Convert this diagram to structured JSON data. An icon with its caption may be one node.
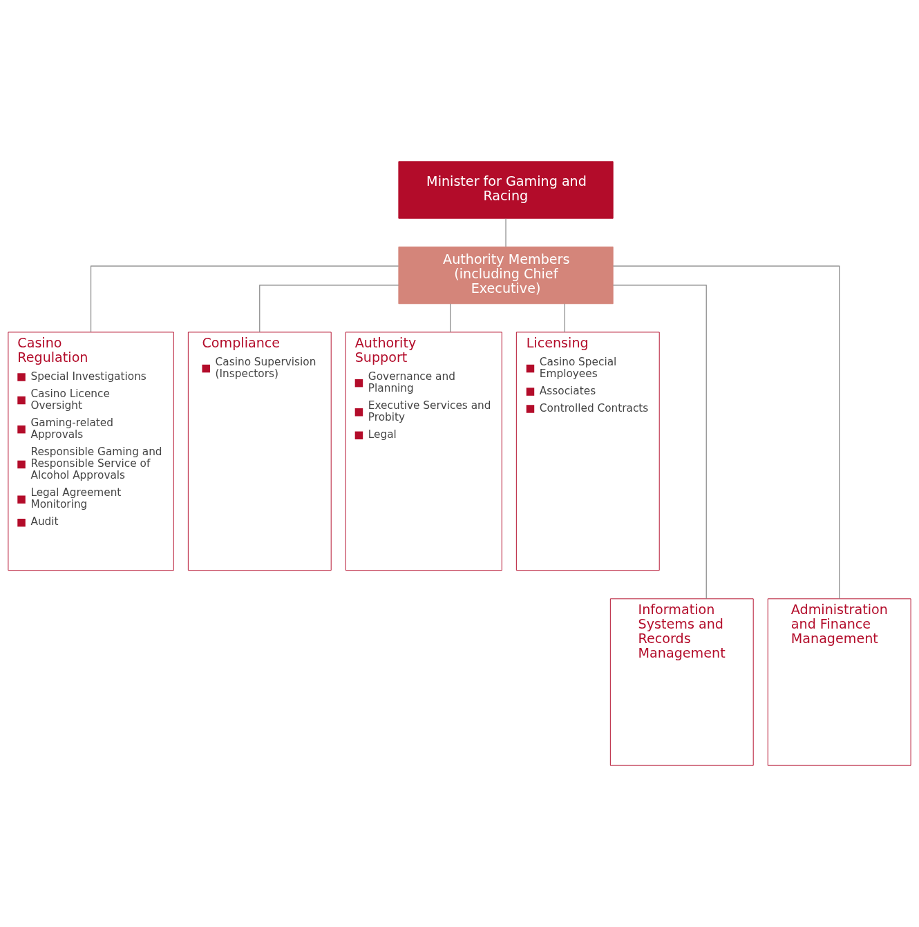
{
  "diagram": {
    "nodes": [
      {
        "text": [
          "Minister for Gaming and Racing"
        ]
      },
      {
        "text": [
          "Authority Members (including Chief Executive)"
        ]
      },
      {
        "text": [
          "Casino Regulation",
          "Special Investigations",
          "Casino Licence Oversight",
          "Gaming-related Approvals",
          "Responsible Gaming and Responsible Service of Alcohol Approvals",
          "Legal Agreement Monitoring",
          "Audit"
        ]
      },
      {
        "text": [
          "Compliance",
          "Casino Supervision (Inspectors)"
        ]
      },
      {
        "text": [
          "Authority Support",
          "Governance and Planning",
          "Executive Services and Probity",
          "Legal"
        ]
      },
      {
        "text": [
          "Licensing",
          "Casino Special Employees",
          "Associates",
          "Controlled Contracts"
        ]
      },
      {
        "text": [
          "Information Systems and Records Management"
        ]
      },
      {
        "text": [
          "Administration and Finance Management"
        ]
      }
    ],
    "edges": [
      {
        "from": 0,
        "to": 1,
        "arrow": "none"
      },
      {
        "from": 1,
        "to": 2,
        "arrow": "none"
      },
      {
        "from": 1,
        "to": 6,
        "arrow": "none"
      },
      {
        "from": 1,
        "to": 3,
        "arrow": "none"
      },
      {
        "from": 1,
        "to": 4,
        "arrow": "none"
      },
      {
        "from": 1,
        "to": 7,
        "arrow": "none"
      },
      {
        "from": 1,
        "to": 5,
        "arrow": "none"
      }
    ]
  }
}
